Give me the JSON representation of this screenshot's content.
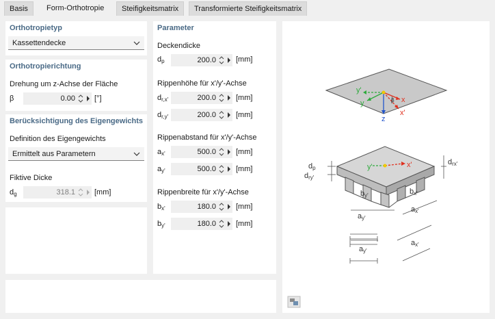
{
  "tabs": [
    {
      "label": "Basis",
      "active": false
    },
    {
      "label": "Form-Orthotropie",
      "active": true
    },
    {
      "label": "Steifigkeitsmatrix",
      "active": false
    },
    {
      "label": "Transformierte Steifigkeitsmatrix",
      "active": false
    }
  ],
  "orthotropietyp": {
    "title": "Orthotropietyp",
    "selected": "Kassettendecke"
  },
  "orthotropierichtung": {
    "title": "Orthotropierichtung",
    "drehung_label": "Drehung um z-Achse der Fläche",
    "beta_symbol": "β",
    "beta_value": "0.00",
    "beta_unit": "[°]"
  },
  "eigengewicht": {
    "title": "Berücksichtigung des Eigengewichts",
    "definition_label": "Definition des Eigengewichts",
    "definition_selected": "Ermittelt aus Parametern",
    "fiktive_label": "Fiktive Dicke",
    "dg_symbol": "d",
    "dg_sub": "g",
    "dg_value": "318.1",
    "dg_unit": "[mm]"
  },
  "parameter": {
    "title": "Parameter",
    "deckendicke_label": "Deckendicke",
    "dp": {
      "sym": "d",
      "sub": "p",
      "value": "200.0",
      "unit": "[mm]"
    },
    "rippenhoehe_label": "Rippenhöhe für x'/y'-Achse",
    "drx": {
      "sym": "d",
      "sub": "r,x'",
      "value": "200.0",
      "unit": "[mm]"
    },
    "dry": {
      "sym": "d",
      "sub": "r,y'",
      "value": "200.0",
      "unit": "[mm]"
    },
    "rippenabstand_label": "Rippenabstand für x'/y'-Achse",
    "ax": {
      "sym": "a",
      "sub": "x'",
      "value": "500.0",
      "unit": "[mm]"
    },
    "ay": {
      "sym": "a",
      "sub": "y'",
      "value": "500.0",
      "unit": "[mm]"
    },
    "rippenbreite_label": "Rippenbreite für x'/y'-Achse",
    "bx": {
      "sym": "b",
      "sub": "x'",
      "value": "180.0",
      "unit": "[mm]"
    },
    "by": {
      "sym": "b",
      "sub": "y'",
      "value": "180.0",
      "unit": "[mm]"
    }
  },
  "diagram": {
    "axis_y_prime": "y'",
    "axis_y": "y",
    "axis_x": "x",
    "axis_x_prime": "x'",
    "axis_z": "z",
    "beta": "β",
    "dp": "d",
    "dp_sub": "p",
    "dry": "d",
    "dry_sub": "ry'",
    "drx": "d",
    "drx_sub": "rx'",
    "by": "b",
    "by_sub": "y'",
    "bx": "b",
    "bx_sub": "x'",
    "ay": "a",
    "ay_sub": "y'",
    "ax": "a",
    "ax_sub": "x'"
  },
  "colors": {
    "accent_title": "#4a6a86",
    "x_axis": "#e0301e",
    "y_axis": "#2eaa3c",
    "z_axis": "#2255cc",
    "origin": "#f0c800"
  }
}
